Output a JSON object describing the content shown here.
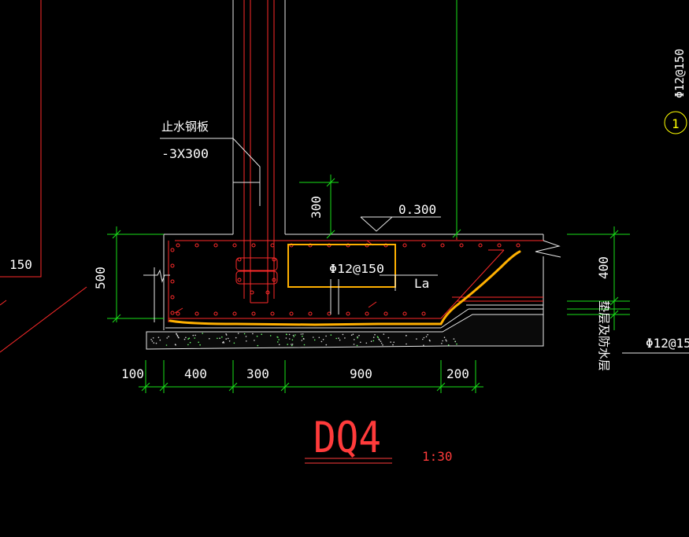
{
  "drawing": {
    "title": "DQ4",
    "scale": "1:30",
    "colors": {
      "background": "#000000",
      "outline": "#ffffff",
      "rebar": "#ff2020",
      "dimension": "#00ff00",
      "highlight": "#ffb000",
      "callout": "#ffff00"
    }
  },
  "labels": {
    "waterstop_name": "止水钢板",
    "waterstop_size": "-3X300",
    "elevation": "0.300",
    "rebar_spec": "Φ12@150",
    "anchor": "La",
    "layer": "垫层及防水层",
    "right_rebar_spec": "Φ12@150",
    "right_rebar_spec_partial": "Φ12@15",
    "callout_number": "1"
  },
  "dimensions": {
    "bottom": [
      "100",
      "400",
      "300",
      "900",
      "200"
    ],
    "depth": "500",
    "top_offset": "300",
    "right_depth": "400",
    "left_edge": "150"
  }
}
